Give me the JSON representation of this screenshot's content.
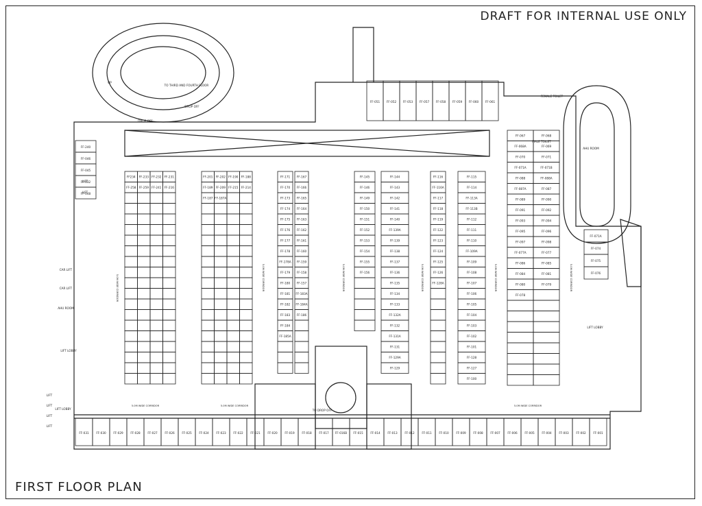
{
  "header": {
    "draft_note": "DRAFT FOR INTERNAL USE ONLY"
  },
  "footer": {
    "plan_title": "FIRST FLOOR PLAN"
  },
  "plan": {
    "block_a_units": [
      "FF234",
      "FF-233",
      "FF-232",
      "FF-231",
      "FF-258",
      "FF-259",
      "FF-241",
      "FF-216"
    ],
    "block_b_units": [
      "FF-201",
      "FF-202",
      "FF-190",
      "FF-188",
      "FF-189",
      "FF-209",
      "FF-215",
      "FF-214",
      "FF-187",
      "FF-187A"
    ],
    "block_c_left": [
      "FF-171",
      "FF-170",
      "FF-173",
      "FF-174",
      "FF-175",
      "FF-176",
      "FF-177",
      "FF-178",
      "FF-178A",
      "FF-179",
      "FF-180",
      "FF-181",
      "FF-182",
      "FF-183",
      "FF-184",
      "FF-185A"
    ],
    "block_c_right": [
      "FF-167",
      "FF-166",
      "FF-165",
      "FF-164",
      "FF-163",
      "FF-162",
      "FF-161",
      "FF-160",
      "FF-159",
      "FF-158",
      "FF-157",
      "FF-183A",
      "FF-184A",
      "FF-186"
    ],
    "block_d_left": [
      "FF-145",
      "FF-146",
      "FF-149",
      "FF-150",
      "FF-151",
      "FF-152",
      "FF-153",
      "FF-154",
      "FF-155",
      "FF-156"
    ],
    "block_d_right": [
      "FF-144",
      "FF-143",
      "FF-142",
      "FF-141",
      "FF-140",
      "FF-139A",
      "FF-139",
      "FF-138",
      "FF-137",
      "FF-136",
      "FF-135",
      "FF-134",
      "FF-133",
      "FF-132A",
      "FF-132",
      "FF-131A",
      "FF-131",
      "FF-129A",
      "FF-129"
    ],
    "block_e_left": [
      "FF-116",
      "FF-116A",
      "FF-117",
      "FF-118",
      "FF-119",
      "FF-122",
      "FF-123",
      "FF-124",
      "FF-125",
      "FF-126",
      "FF-128A"
    ],
    "block_e_right": [
      "FF-115",
      "FF-114",
      "FF-113A",
      "FF-113B",
      "FF-112",
      "FF-111",
      "FF-110",
      "FF-109A",
      "FF-109",
      "FF-108",
      "FF-107",
      "FF-106",
      "FF-105",
      "FF-104",
      "FF-103",
      "FF-102",
      "FF-101",
      "FF-128",
      "FF-127",
      "FF-100"
    ],
    "block_f_units": [
      "FF-067",
      "FF-068",
      "FF-068A",
      "FF-069",
      "FF-070",
      "FF-071",
      "FF-071A",
      "FF-071B",
      "FF-088",
      "FF-088A",
      "FF-087A",
      "FF-087",
      "FF-089",
      "FF-090",
      "FF-091",
      "FF-092",
      "FF-093",
      "FF-094",
      "FF-095",
      "FF-096",
      "FF-097",
      "FF-098",
      "FF-077A",
      "FF-077",
      "FF-086",
      "FF-085",
      "FF-084",
      "FF-081",
      "FF-080",
      "FF-079",
      "FF-078"
    ],
    "bottom_row_units": [
      "FF-031",
      "FF-030",
      "FF-029",
      "FF-028",
      "FF-027",
      "FF-026",
      "FF-025",
      "FF-024",
      "FF-023",
      "FF-022",
      "FF-021",
      "FF-020",
      "FF-019",
      "FF-018",
      "FF-017",
      "FF-016B",
      "FF-015",
      "FF-014",
      "FF-013",
      "FF-012",
      "FF-011",
      "FF-010",
      "FF-009",
      "FF-008",
      "FF-007",
      "FF-006",
      "FF-005",
      "FF-004",
      "FF-003",
      "FF-002",
      "FF-001"
    ],
    "top_row_units": [
      "FF-051",
      "FF-052",
      "FF-053",
      "FF-057",
      "FF-058",
      "FF-059",
      "FF-060",
      "FF-061"
    ],
    "left_column_units": [
      "FF-240",
      "FF-046",
      "FF-045",
      "FF-032",
      "FF-048"
    ],
    "right_column_units": [
      "FF-071A",
      "FF-074",
      "FF-075",
      "FF-076"
    ],
    "services": [
      "LIFT",
      "LIFT",
      "CAR LIFT",
      "CAR LIFT",
      "AHU ROOM",
      "LIFT LOBBY",
      "LIFT",
      "LIFT",
      "LIFT",
      "LIFT",
      "LIFT LOBBY",
      "LIFT LOBBY",
      "AHU ROOM",
      "FEMALE TOILET",
      "MALE TOILET",
      "DROP OFF",
      "DROP OFF",
      "UP",
      "TO THIRD AND FOURTH FLOOR",
      "TO DROP OFF"
    ],
    "corridor_label": "5.0M WIDE CORRIDOR",
    "highlight_color": "#c0392b"
  }
}
